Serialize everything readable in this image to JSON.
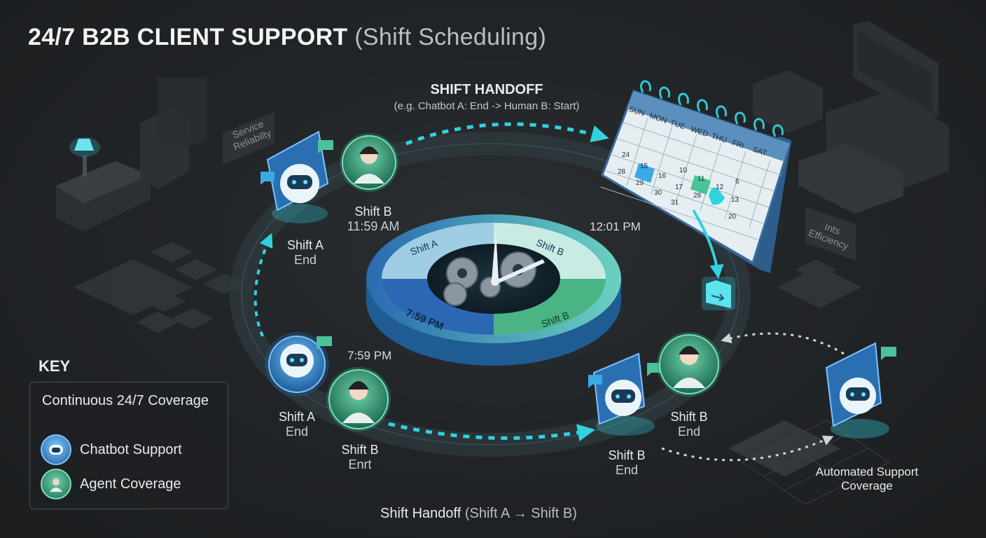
{
  "title": {
    "main": "24/7 B2B CLIENT SUPPORT",
    "sub": "(Shift Scheduling)"
  },
  "handoff_header": {
    "title": "SHIFT HANDOFF",
    "example": "(e.g. Chatbot A: End -> Human B: Start)"
  },
  "nodes": {
    "shift_a_top": {
      "line1": "Shift A",
      "line2": "End"
    },
    "shift_b_top": {
      "line1": "Shift B",
      "time": "11:59 AM"
    },
    "shift_a_bottom": {
      "line1": "Shift A",
      "line2": "End"
    },
    "shift_b_bottom": {
      "line1": "Shift B",
      "line2": "Enrt"
    },
    "shift_b_right_bot": {
      "line1": "Shift B",
      "line2": "End"
    },
    "shift_b_right_agent": {
      "line1": "Shift B",
      "line2": "End"
    },
    "automated": {
      "line1": "Automated Support",
      "line2": "Coverage"
    }
  },
  "times": {
    "noon": "12:01 PM",
    "evening": "7:59 PM"
  },
  "dial": {
    "seg_a": "Shift A",
    "seg_b_top": "Shift B",
    "seg_evening": "7:59 PM",
    "seg_b_bottom": "Shift B"
  },
  "calendar": {
    "days": [
      "SUN",
      "MON",
      "TUE",
      "WED",
      "THU",
      "FRI",
      "SAT"
    ],
    "rows": [
      [
        "",
        "",
        "",
        "",
        "",
        "",
        ""
      ],
      [
        "24",
        "",
        "",
        "",
        "",
        "",
        ""
      ],
      [
        "",
        "15",
        "16",
        "",
        "",
        "",
        ""
      ],
      [
        "28",
        "",
        "",
        "10",
        "11",
        "12",
        "6"
      ],
      [
        "",
        "29",
        "30",
        "17",
        "28",
        "13",
        ""
      ],
      [
        "",
        "",
        "",
        "31",
        "",
        "20",
        ""
      ]
    ],
    "highlight_blue": "15",
    "highlight_green": "11"
  },
  "signs": {
    "left": "Service Reliabilty",
    "right": "Ints Efficiency"
  },
  "key": {
    "title": "KEY",
    "coverage": "Continuous 24/7 Coverage",
    "chatbot": "Chatbot Support",
    "agent": "Agent Coverage"
  },
  "bottom_caption": {
    "main": "Shift Handoff",
    "paren": "(Shift A → Shift B)"
  },
  "colors": {
    "cyan": "#2fd3e0",
    "blue": "#3f8fd6",
    "green": "#3ea57e",
    "bg": "#1d2022"
  }
}
